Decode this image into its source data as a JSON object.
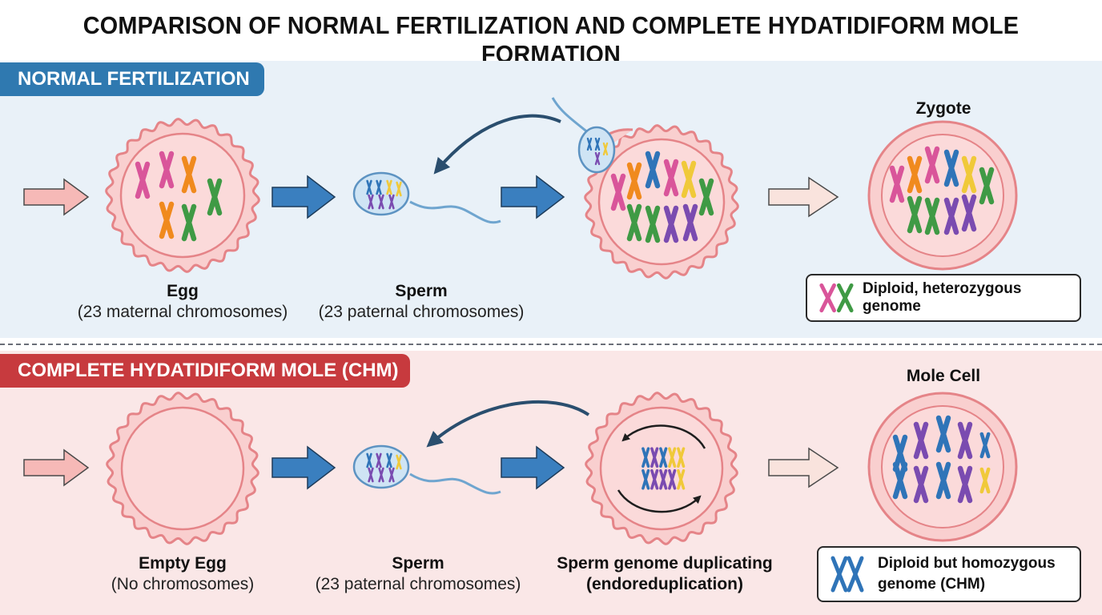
{
  "title": "COMPARISON OF NORMAL FERTILIZATION AND COMPLETE HYDATIDIFORM MOLE FORMATION",
  "sections": {
    "normal": {
      "banner": "NORMAL FERTILIZATION",
      "egg_label": "Egg",
      "egg_sub": "(23 maternal chromosomes)",
      "sperm_label": "Sperm",
      "sperm_sub": "(23 paternal chromosomes)",
      "result_label": "Zygote",
      "legend": "Diploid, heterozygous genome"
    },
    "chm": {
      "banner": "COMPLETE HYDATIDIFORM MOLE (CHM)",
      "egg_label": "Empty Egg",
      "egg_sub": "(No chromosomes)",
      "sperm_label": "Sperm",
      "sperm_sub": "(23 paternal chromosomes)",
      "dup_label": "Sperm genome duplicating",
      "dup_sub": "(endoreduplication)",
      "result_label": "Mole Cell",
      "legend_line1": "Diploid but homozygous",
      "legend_line2": "genome (CHM)"
    }
  },
  "colors": {
    "pink_chrom": "#d9559a",
    "orange_chrom": "#f08a1e",
    "green_chrom": "#3f9a45",
    "blue_chrom": "#2f74b8",
    "yellow_chrom": "#f0c93a",
    "purple_chrom": "#7a4bb0",
    "egg_fill": "#f9cfcf",
    "egg_edge": "#e58488",
    "blue_arrow": "#3a7fbf",
    "pink_arrow": "#f6b9b7"
  }
}
